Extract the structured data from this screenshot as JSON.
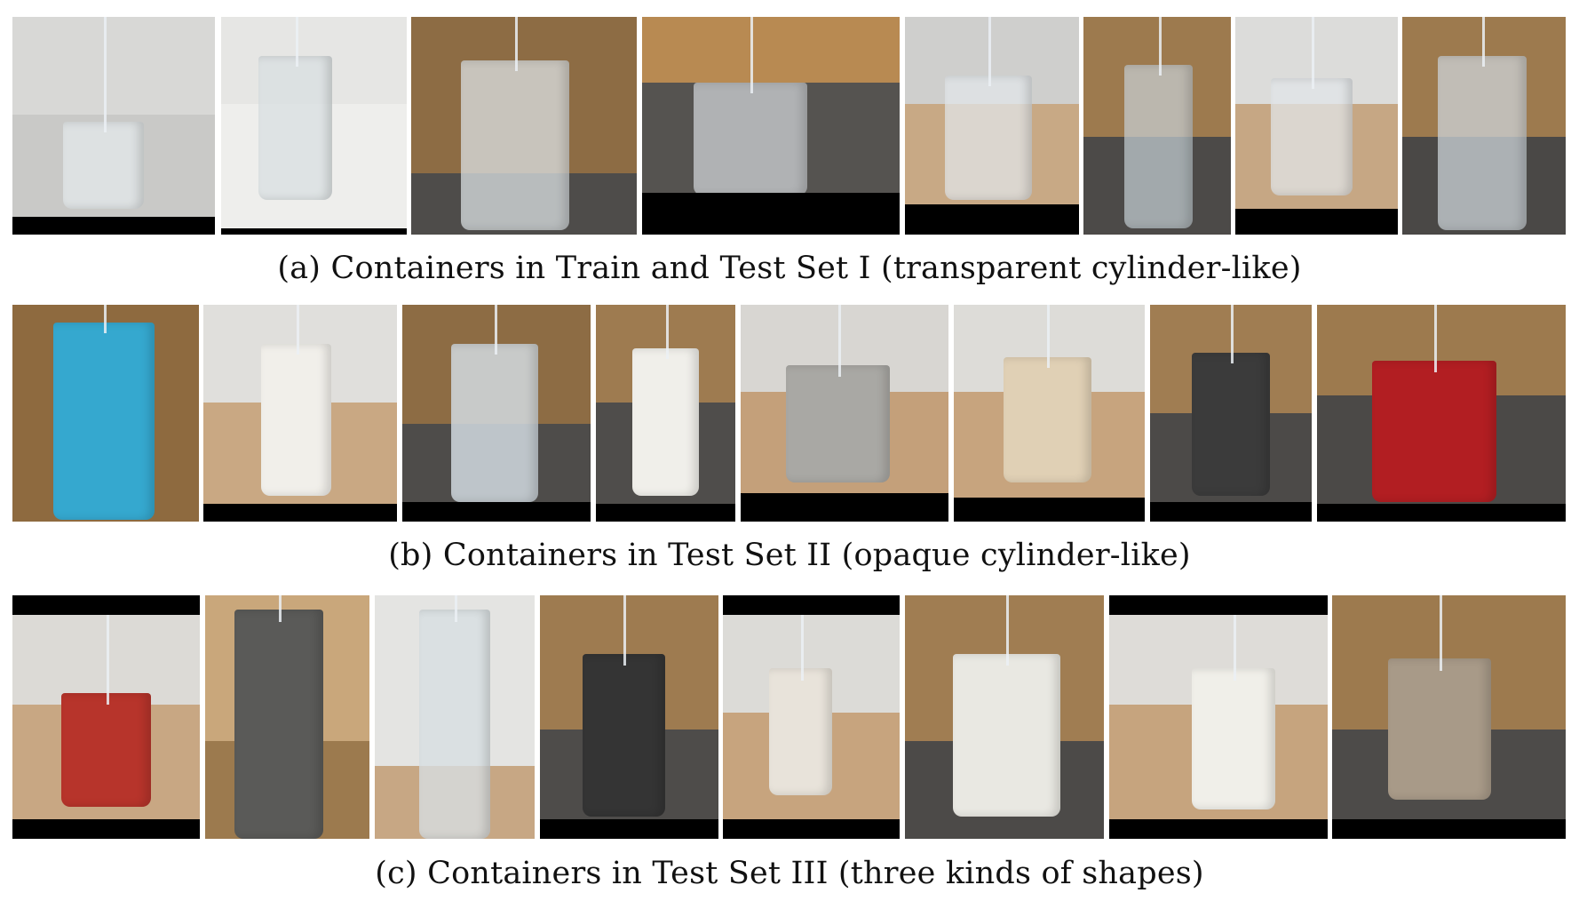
{
  "figure": {
    "captions": {
      "a": "(a) Containers in Train and Test Set I (transparent cylinder-like)",
      "b": "(b) Containers in Test Set II (opaque cylinder-like)",
      "c": "(c) Containers in Test Set III (three kinds of shapes)"
    }
  }
}
